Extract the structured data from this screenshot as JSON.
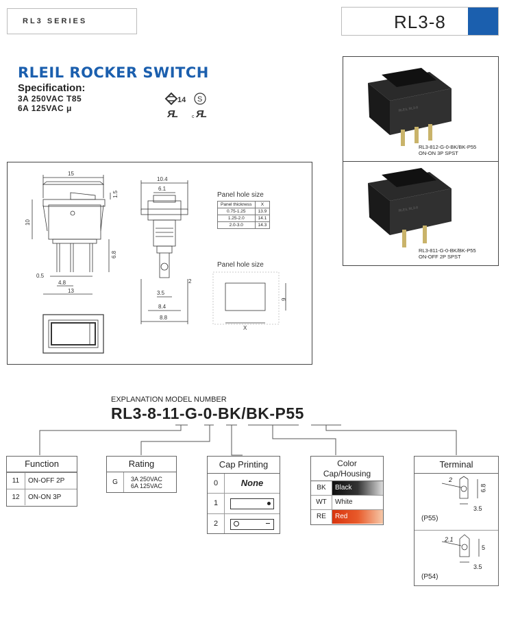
{
  "header": {
    "series": "RL3 SERIES",
    "model": "RL3-8"
  },
  "title": "RLEIL ROCKER SWITCH",
  "spec": {
    "heading": "Specification:",
    "lines": [
      "3A  250VAC  T85",
      "6A  125VAC  μ"
    ],
    "cert_marks": [
      "ENEC 14",
      "S",
      "UL",
      "cUL"
    ]
  },
  "photos": [
    {
      "caption1": "RL3-812-G-0-BK/BK-P55",
      "caption2": "ON-ON 3P SPST",
      "imprint": "RLEIL RL3-8 6A 125VAC T85 3A250V~"
    },
    {
      "caption1": "RL3-811-G-0-BK/BK-P55",
      "caption2": "ON-OFF 2P SPST",
      "imprint": "RLEIL RL3-8 6A 125VAC T85 3A250V~"
    }
  ],
  "drawing": {
    "dims_side": {
      "width": "15",
      "cap": "1.5",
      "height": "10",
      "pin": "6.8",
      "pin_w": "0.5",
      "pitch": "4.8",
      "total": "13"
    },
    "dims_front": {
      "w1": "10.4",
      "w2": "6.1",
      "hole": "2",
      "w3": "3.5",
      "w4": "8.4",
      "w5": "8.8"
    },
    "panel_hole_title": "Panel hole size",
    "panel_table": {
      "headers": [
        "Panel thickness",
        "X"
      ],
      "rows": [
        [
          "0.75-1.25",
          "13.9"
        ],
        [
          "1.25-2.0",
          "14.1"
        ],
        [
          "2.0-3.0",
          "14.3"
        ]
      ]
    },
    "panel_hole_title2": "Panel hole size",
    "hole_h": "9",
    "hole_x": "X"
  },
  "explanation": {
    "title": "EXPLANATION MODEL NUMBER",
    "code": "RL3-8-11-G-0-BK/BK-P55"
  },
  "function": {
    "title": "Function",
    "rows": [
      [
        "11",
        "ON-OFF  2P"
      ],
      [
        "12",
        "ON-ON  3P"
      ]
    ]
  },
  "rating": {
    "title": "Rating",
    "code": "G",
    "line1": "3A   250VAC",
    "line2": "6A   125VAC"
  },
  "cap_printing": {
    "title": "Cap Printing",
    "rows": [
      [
        "0",
        "None"
      ],
      [
        "1",
        ""
      ],
      [
        "2",
        ""
      ]
    ]
  },
  "color": {
    "title1": "Color",
    "title2": "Cap/Housing",
    "rows": [
      {
        "code": "BK",
        "name": "Black",
        "bg": "#222222",
        "fg": "#ffffff"
      },
      {
        "code": "WT",
        "name": "White",
        "bg": "#ffffff",
        "fg": "#222222"
      },
      {
        "code": "RE",
        "name": "Red",
        "bg": "#e0411c",
        "fg": "#ffffff"
      }
    ]
  },
  "terminal": {
    "title": "Terminal",
    "items": [
      {
        "label": "(P55)",
        "hole": "2",
        "h": "6.8",
        "w": "3.5"
      },
      {
        "label": "(P54)",
        "hole": "2.1",
        "h": "5",
        "w": "3.5"
      }
    ]
  },
  "colors": {
    "brand_blue": "#1b5fae",
    "red": "#e0411c"
  }
}
